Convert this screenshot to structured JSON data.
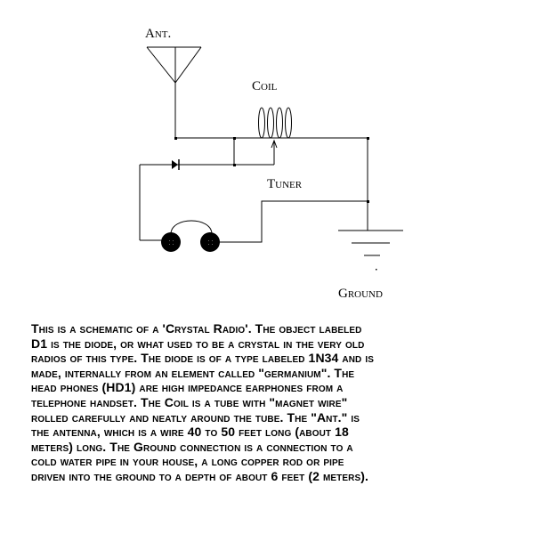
{
  "labels": {
    "antenna": "Ant.",
    "coil": "Coil",
    "tuner": "Tuner",
    "ground": "Ground"
  },
  "description_lines": [
    "This is a schematic of a 'Crystal Radio'.  The object labeled",
    "D1 is the diode, or what used to be a crystal in the very old",
    "radios of this type. The diode is of a type labeled 1N34 and is",
    "made, internally from an element called \"germanium\".   The",
    "head phones (HD1) are high impedance earphones from a",
    "telephone handset. The Coil is a tube with \"magnet wire\"",
    "rolled carefully and neatly around the tube.  The \"Ant.\" is",
    "the antenna, which is a wire 40 to 50 feet long (about 18",
    "meters) long.  The Ground connection is a connection to a",
    "cold water pipe in your house, a long copper rod or pipe",
    "driven into the ground to a depth of about 6 feet (2 meters)."
  ]
}
